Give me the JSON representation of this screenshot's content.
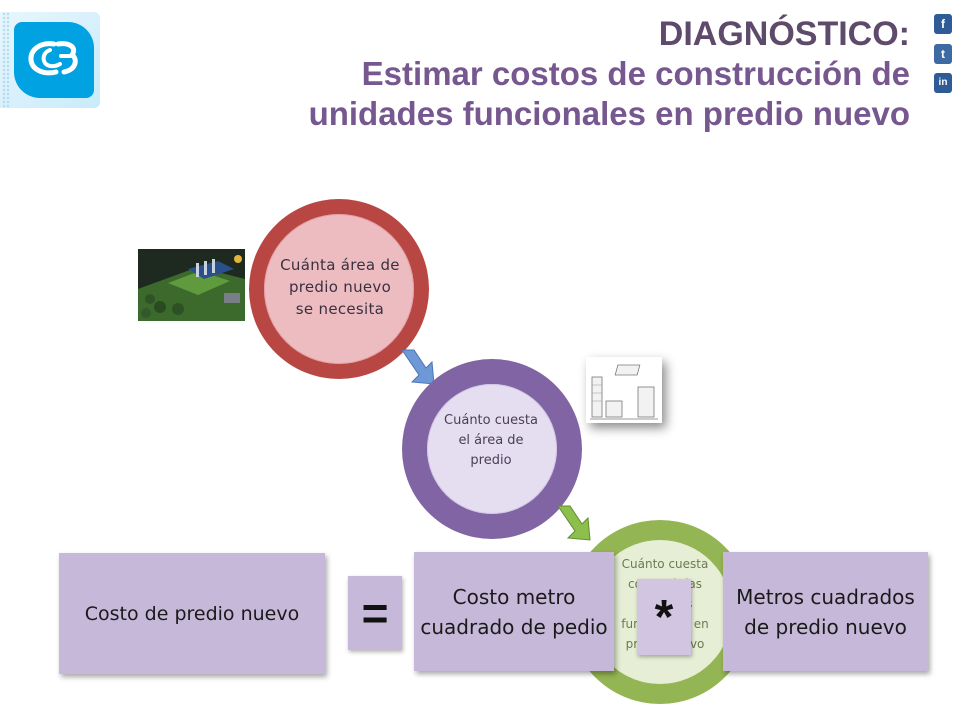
{
  "header": {
    "title_line1": "DIAGNÓSTICO:",
    "title_line2": "Estimar costos de construcción de",
    "title_line3": "unidades funcionales en predio nuevo"
  },
  "logo": {
    "icon": "cb-logo-icon",
    "brand_color": "#00a2e1"
  },
  "social": [
    {
      "name": "facebook-icon",
      "glyph": "f"
    },
    {
      "name": "twitter-icon",
      "glyph": "t"
    },
    {
      "name": "linkedin-icon",
      "glyph": "in"
    }
  ],
  "circles": [
    {
      "text": "Cuánta área de predio nuevo se necesita",
      "ring_color": "#b84744"
    },
    {
      "text": "Cuánto cuesta el área de predio",
      "ring_color": "#8064a3"
    },
    {
      "text": "Cuánto cuesta construir las unidades funcionales en predio nuevo",
      "ring_color": "#94b553"
    }
  ],
  "formula": {
    "left_term": "Costo de predio nuevo",
    "equals": "=",
    "term_a": "Costo metro cuadrado de pedio",
    "times": "*",
    "term_b": "Metros cuadrados de predio nuevo"
  }
}
